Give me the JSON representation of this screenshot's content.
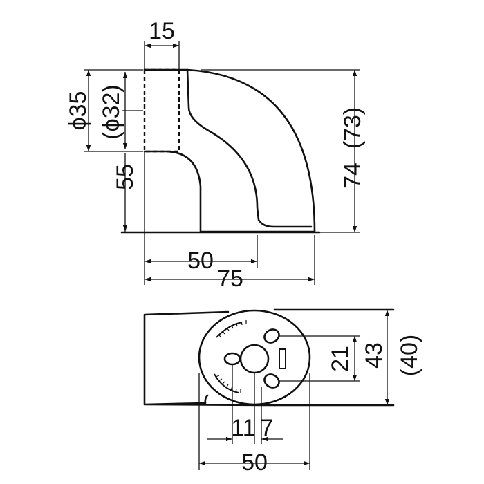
{
  "top_view": {
    "dimensions": {
      "pipe_width": "15",
      "outer_diameter": "ϕ35",
      "inner_diameter": "(ϕ32)",
      "center_height": "55",
      "inner_width": "50",
      "total_width": "75",
      "total_height": "74",
      "total_height_ref": "(73)"
    }
  },
  "bottom_view": {
    "dimensions": {
      "hole_spacing": "21",
      "depth": "43",
      "depth_ref": "(40)",
      "offset_left": "11",
      "offset_right": "7",
      "base_width": "50"
    }
  }
}
